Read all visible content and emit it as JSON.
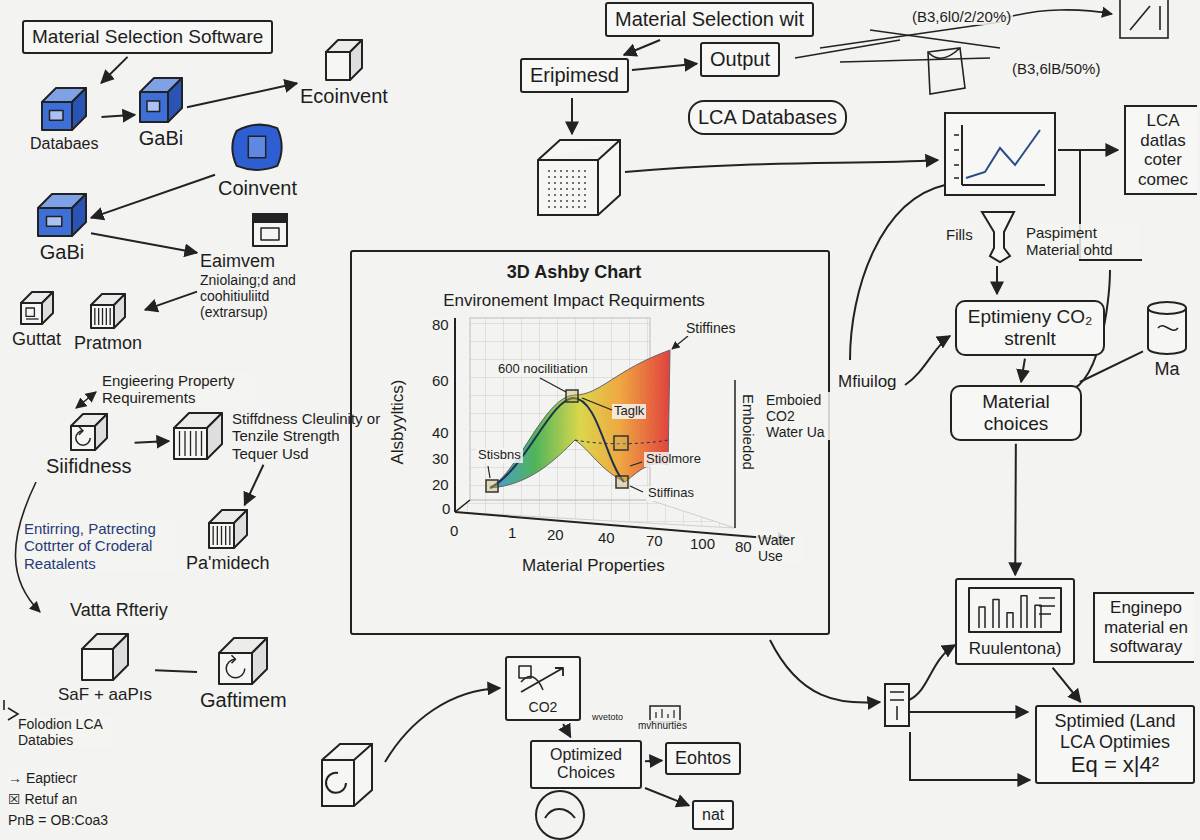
{
  "diagram": {
    "nodes": [
      {
        "text": [
          "Material Selection Software"
        ]
      },
      {
        "text": [
          "Databaes"
        ]
      },
      {
        "text": [
          "GaBi"
        ]
      },
      {
        "text": [
          "Ecoinvent"
        ]
      },
      {
        "text": [
          "Coinvent"
        ]
      },
      {
        "text": [
          "GaBi"
        ]
      },
      {
        "text": [
          "Eaimvem",
          "Zniolaing;d and coohitiuliitd (extrarsup)"
        ]
      },
      {
        "text": [
          "Guttat"
        ]
      },
      {
        "text": [
          "Pratmon"
        ]
      },
      {
        "text": [
          "Siifidness"
        ]
      },
      {
        "text": [
          "Stiffdness Cleulinity or Tenzile Strength Tequer Usd"
        ]
      },
      {
        "text": [
          "Pa'midech"
        ]
      },
      {
        "text": [
          "SaF + aaPıs"
        ]
      },
      {
        "text": [
          "Gaftimem"
        ]
      },
      {
        "text": [
          "Material Selection wit"
        ]
      },
      {
        "text": [
          "Eripimesd"
        ]
      },
      {
        "text": [
          "Output"
        ]
      },
      {
        "text": [
          "LCA Databases"
        ]
      },
      {
        "text": [
          "3D Ashby Chart",
          "Environement Impact Requirments"
        ]
      },
      {
        "text": [
          "LCA datlas coter comec"
        ]
      },
      {
        "text": [
          "Eptimieny CO₂ strenlt"
        ]
      },
      {
        "text": [
          "Material choices"
        ]
      },
      {
        "text": [
          "Ma"
        ]
      },
      {
        "text": [
          "Ruulentona)"
        ]
      },
      {
        "text": [
          "Enginepo material en softwaray"
        ]
      },
      {
        "text": [
          "CO2"
        ]
      },
      {
        "text": [
          "Optimized Choices"
        ]
      },
      {
        "text": [
          "Eohtos"
        ]
      },
      {
        "text": [
          "Sptimied (Land LCA Optimies",
          "Eq = x|4²"
        ]
      },
      {
        "text": [
          "nat"
        ]
      }
    ],
    "edges": [
      {
        "from": 0,
        "to": 1,
        "arrow": "to"
      },
      {
        "from": 1,
        "to": 2,
        "arrow": "to"
      },
      {
        "from": 2,
        "to": 3,
        "arrow": "to"
      },
      {
        "from": 4,
        "to": 5,
        "arrow": "to"
      },
      {
        "from": 5,
        "to": 6,
        "arrow": "to"
      },
      {
        "from": 6,
        "to": 8,
        "arrow": "to"
      },
      {
        "from": 9,
        "to": 10,
        "arrow": "to"
      },
      {
        "from": 10,
        "to": 11,
        "arrow": "to"
      },
      {
        "from": 12,
        "to": 13,
        "arrow": "none"
      },
      {
        "from": 14,
        "to": 15,
        "arrow": "to"
      },
      {
        "from": 15,
        "to": 16,
        "arrow": "to"
      },
      {
        "from": 20,
        "to": 21,
        "arrow": "to"
      },
      {
        "from": 21,
        "to": 22,
        "arrow": "none"
      },
      {
        "from": 21,
        "to": 23,
        "arrow": "to"
      },
      {
        "from": 23,
        "to": 28,
        "arrow": "to"
      },
      {
        "from": 25,
        "to": 26,
        "arrow": "to"
      },
      {
        "from": 26,
        "to": 27,
        "arrow": "to"
      },
      {
        "from": 26,
        "to": 29,
        "arrow": "to"
      }
    ],
    "labels": [
      "Engieering Property Requirements",
      "Entirring, Patrecting Cottrter of Croderal Reatalents",
      "Vatta Rfteriy",
      "Folodion LCA Databies",
      "→ Eaptiecr",
      "☒ Retuf an",
      "PnB = OB:Coa3",
      "(B3,6l0/2/20%)",
      "(B3,6lB/50%)",
      "Fills",
      "Paspiment Material ohtd",
      "Mfiuilog",
      "Alsbyyltics)",
      "80",
      "60",
      "40",
      "30",
      "20",
      "0",
      "0",
      "1",
      "20",
      "40",
      "70",
      "100",
      "80",
      "Water Use",
      "Material Properties",
      "Stiffines",
      "600 nocilitiation",
      "Taglk",
      "Stisbns",
      "Stiolmore",
      "Stiffinas",
      "Emboiedod",
      "Emboied CO2 Water Ua",
      "wvetoto",
      "mvhnurties"
    ]
  }
}
